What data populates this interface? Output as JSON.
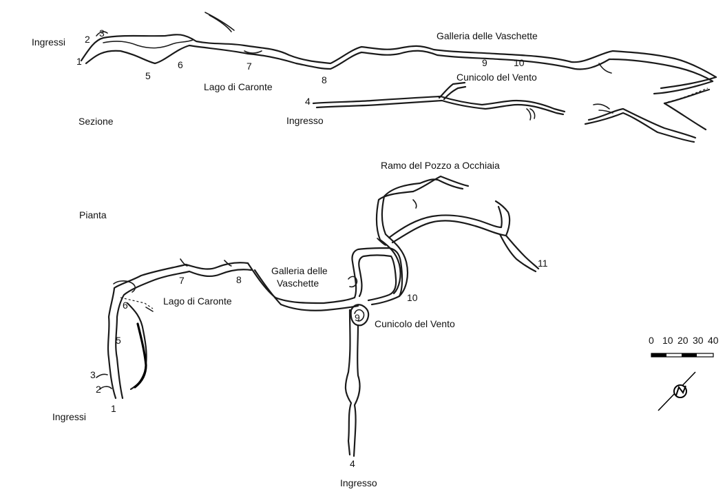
{
  "section": {
    "title": "Sezione",
    "entrances_label": "Ingressi",
    "entrance_label": "Ingresso",
    "lake_label": "Lago di Caronte",
    "gallery_label": "Galleria delle Vaschette",
    "tunnel_label": "Cunicolo del Vento",
    "points": [
      "1",
      "2",
      "3",
      "4",
      "5",
      "6",
      "7",
      "8",
      "9",
      "10"
    ]
  },
  "plan": {
    "title": "Pianta",
    "entrances_label": "Ingressi",
    "entrance_label": "Ingresso",
    "lake_label": "Lago di Caronte",
    "gallery_label_line1": "Galleria delle",
    "gallery_label_line2": "Vaschette",
    "tunnel_label": "Cunicolo del Vento",
    "branch_label": "Ramo del Pozzo a Occhiaia",
    "points": [
      "1",
      "2",
      "3",
      "4",
      "5",
      "6",
      "7",
      "8",
      "9",
      "10",
      "11"
    ]
  },
  "scale": {
    "ticks": [
      "0",
      "10",
      "20",
      "30",
      "40"
    ]
  },
  "north_arrow_icon": "north-arrow-icon"
}
